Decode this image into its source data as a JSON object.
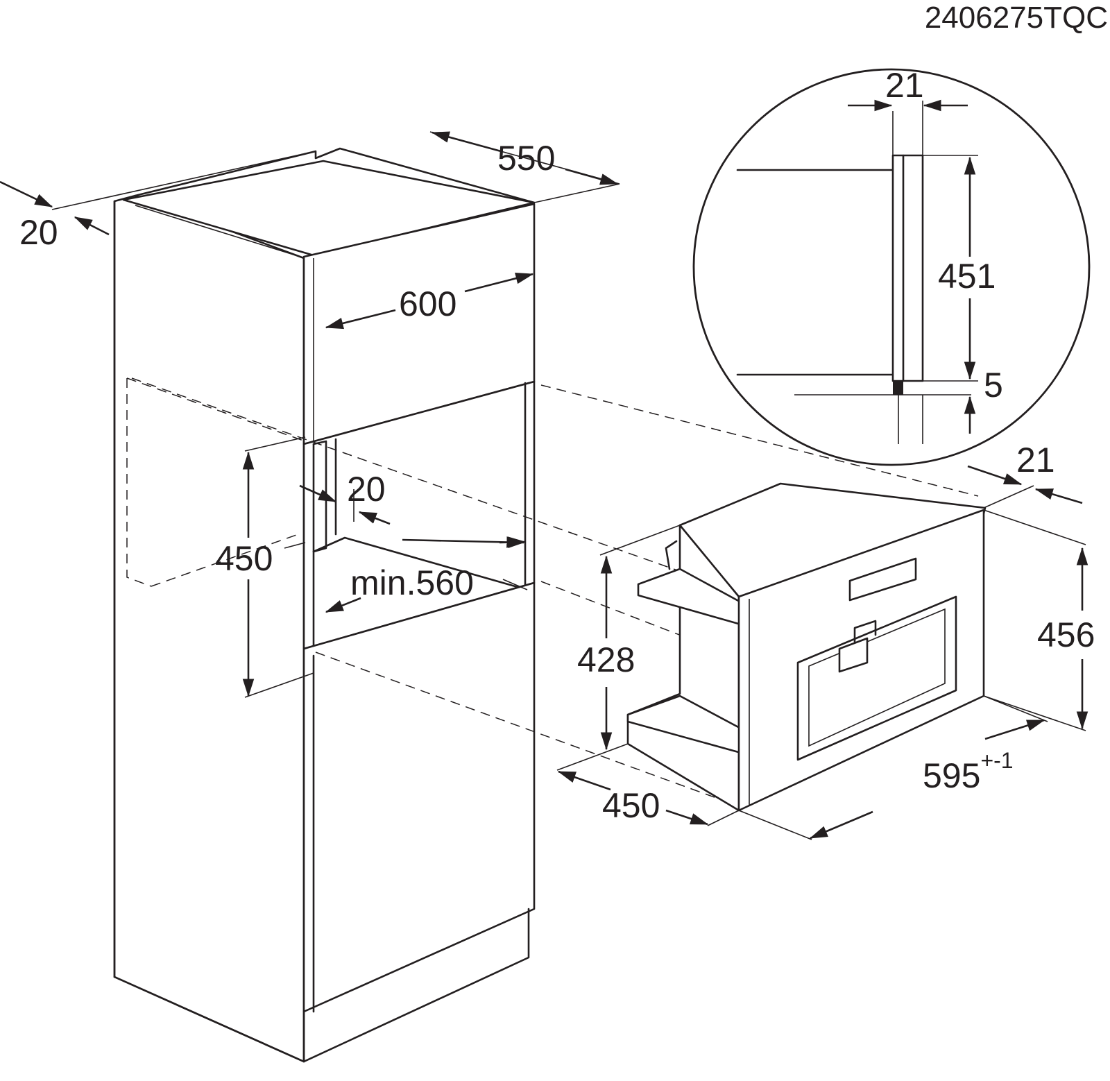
{
  "drawing_code": "2406275TQC",
  "dimensions": {
    "cabinet_depth": "550",
    "panel_offset": "20",
    "cabinet_width": "600",
    "niche_height": "450",
    "side_offset": "20",
    "niche_width_min": "min.560",
    "device_width": "595",
    "device_width_tolerance": "+-1",
    "device_height": "456",
    "device_body_height": "428",
    "device_depth": "450",
    "front_thickness": "21"
  },
  "detail": {
    "panel_thickness": "21",
    "panel_height": "451",
    "gap": "5"
  },
  "colors": {
    "line": "#231f20",
    "background": "#ffffff"
  }
}
